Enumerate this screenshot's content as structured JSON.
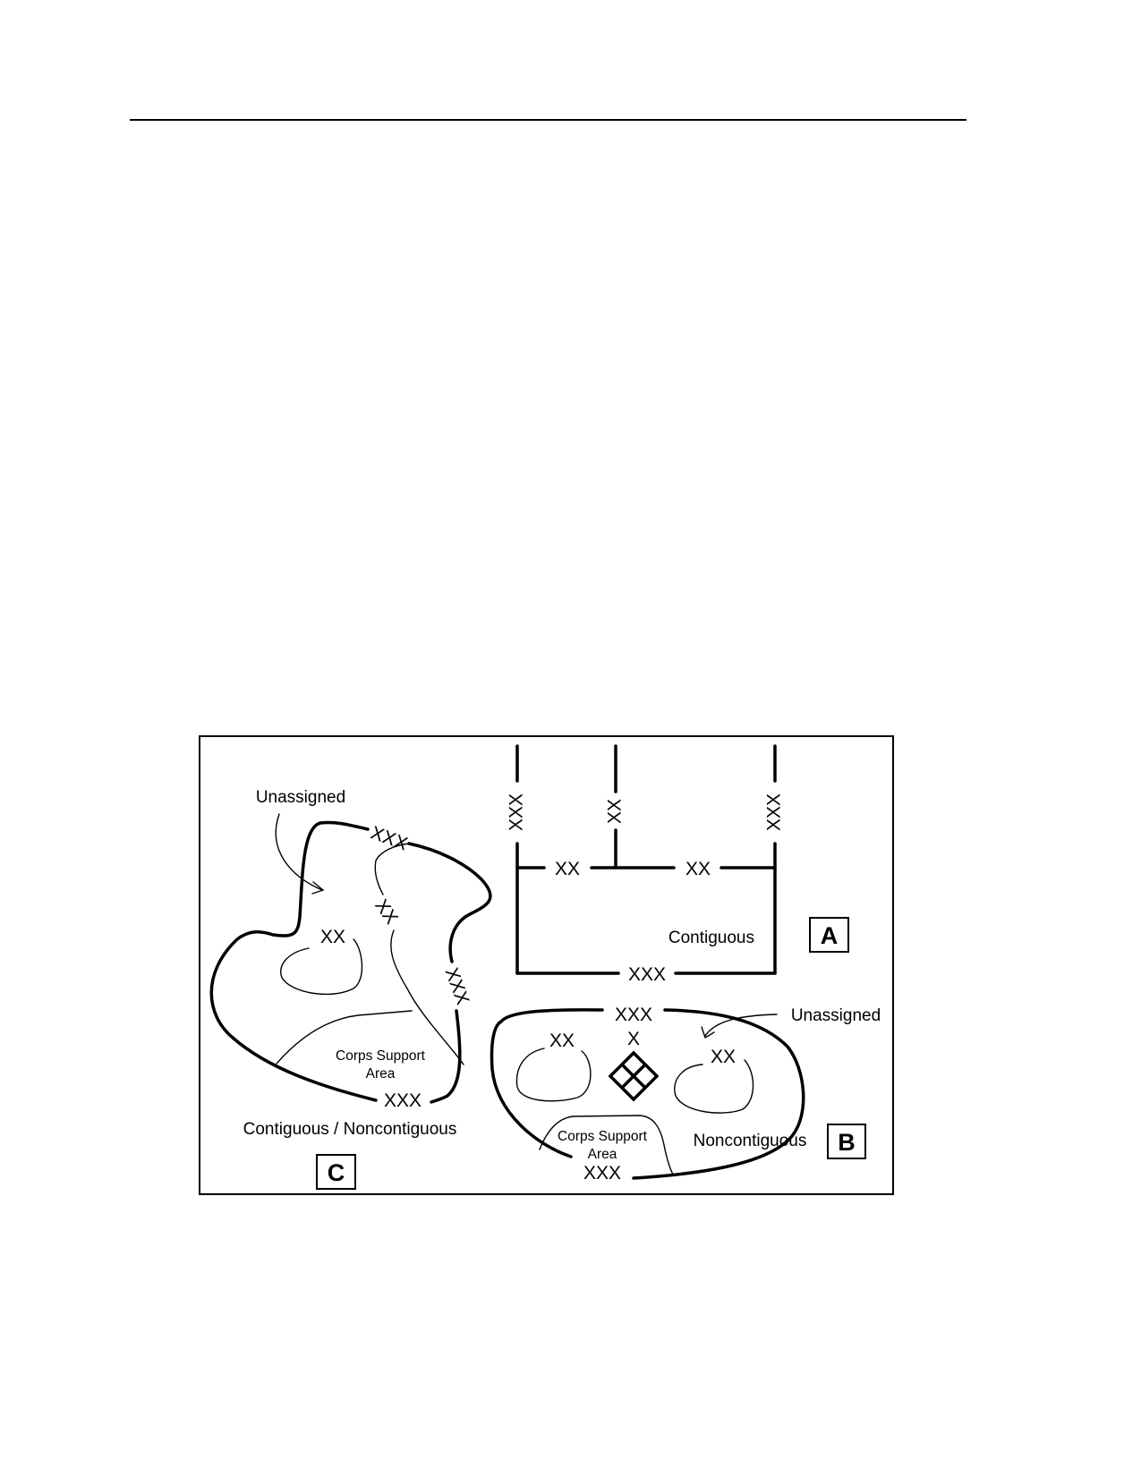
{
  "labels": {
    "unassigned_c": "Unassigned",
    "unassigned_b": "Unassigned",
    "contiguous": "Contiguous",
    "noncontiguous": "Noncontiguous",
    "contig_noncontig": "Contiguous / Noncontiguous",
    "corps_support_area_line1": "Corps Support",
    "corps_support_area_line2": "Area",
    "panel_a": "A",
    "panel_b": "B",
    "panel_c": "C",
    "corps": "XXX",
    "division": "XX",
    "brigade": "X"
  }
}
